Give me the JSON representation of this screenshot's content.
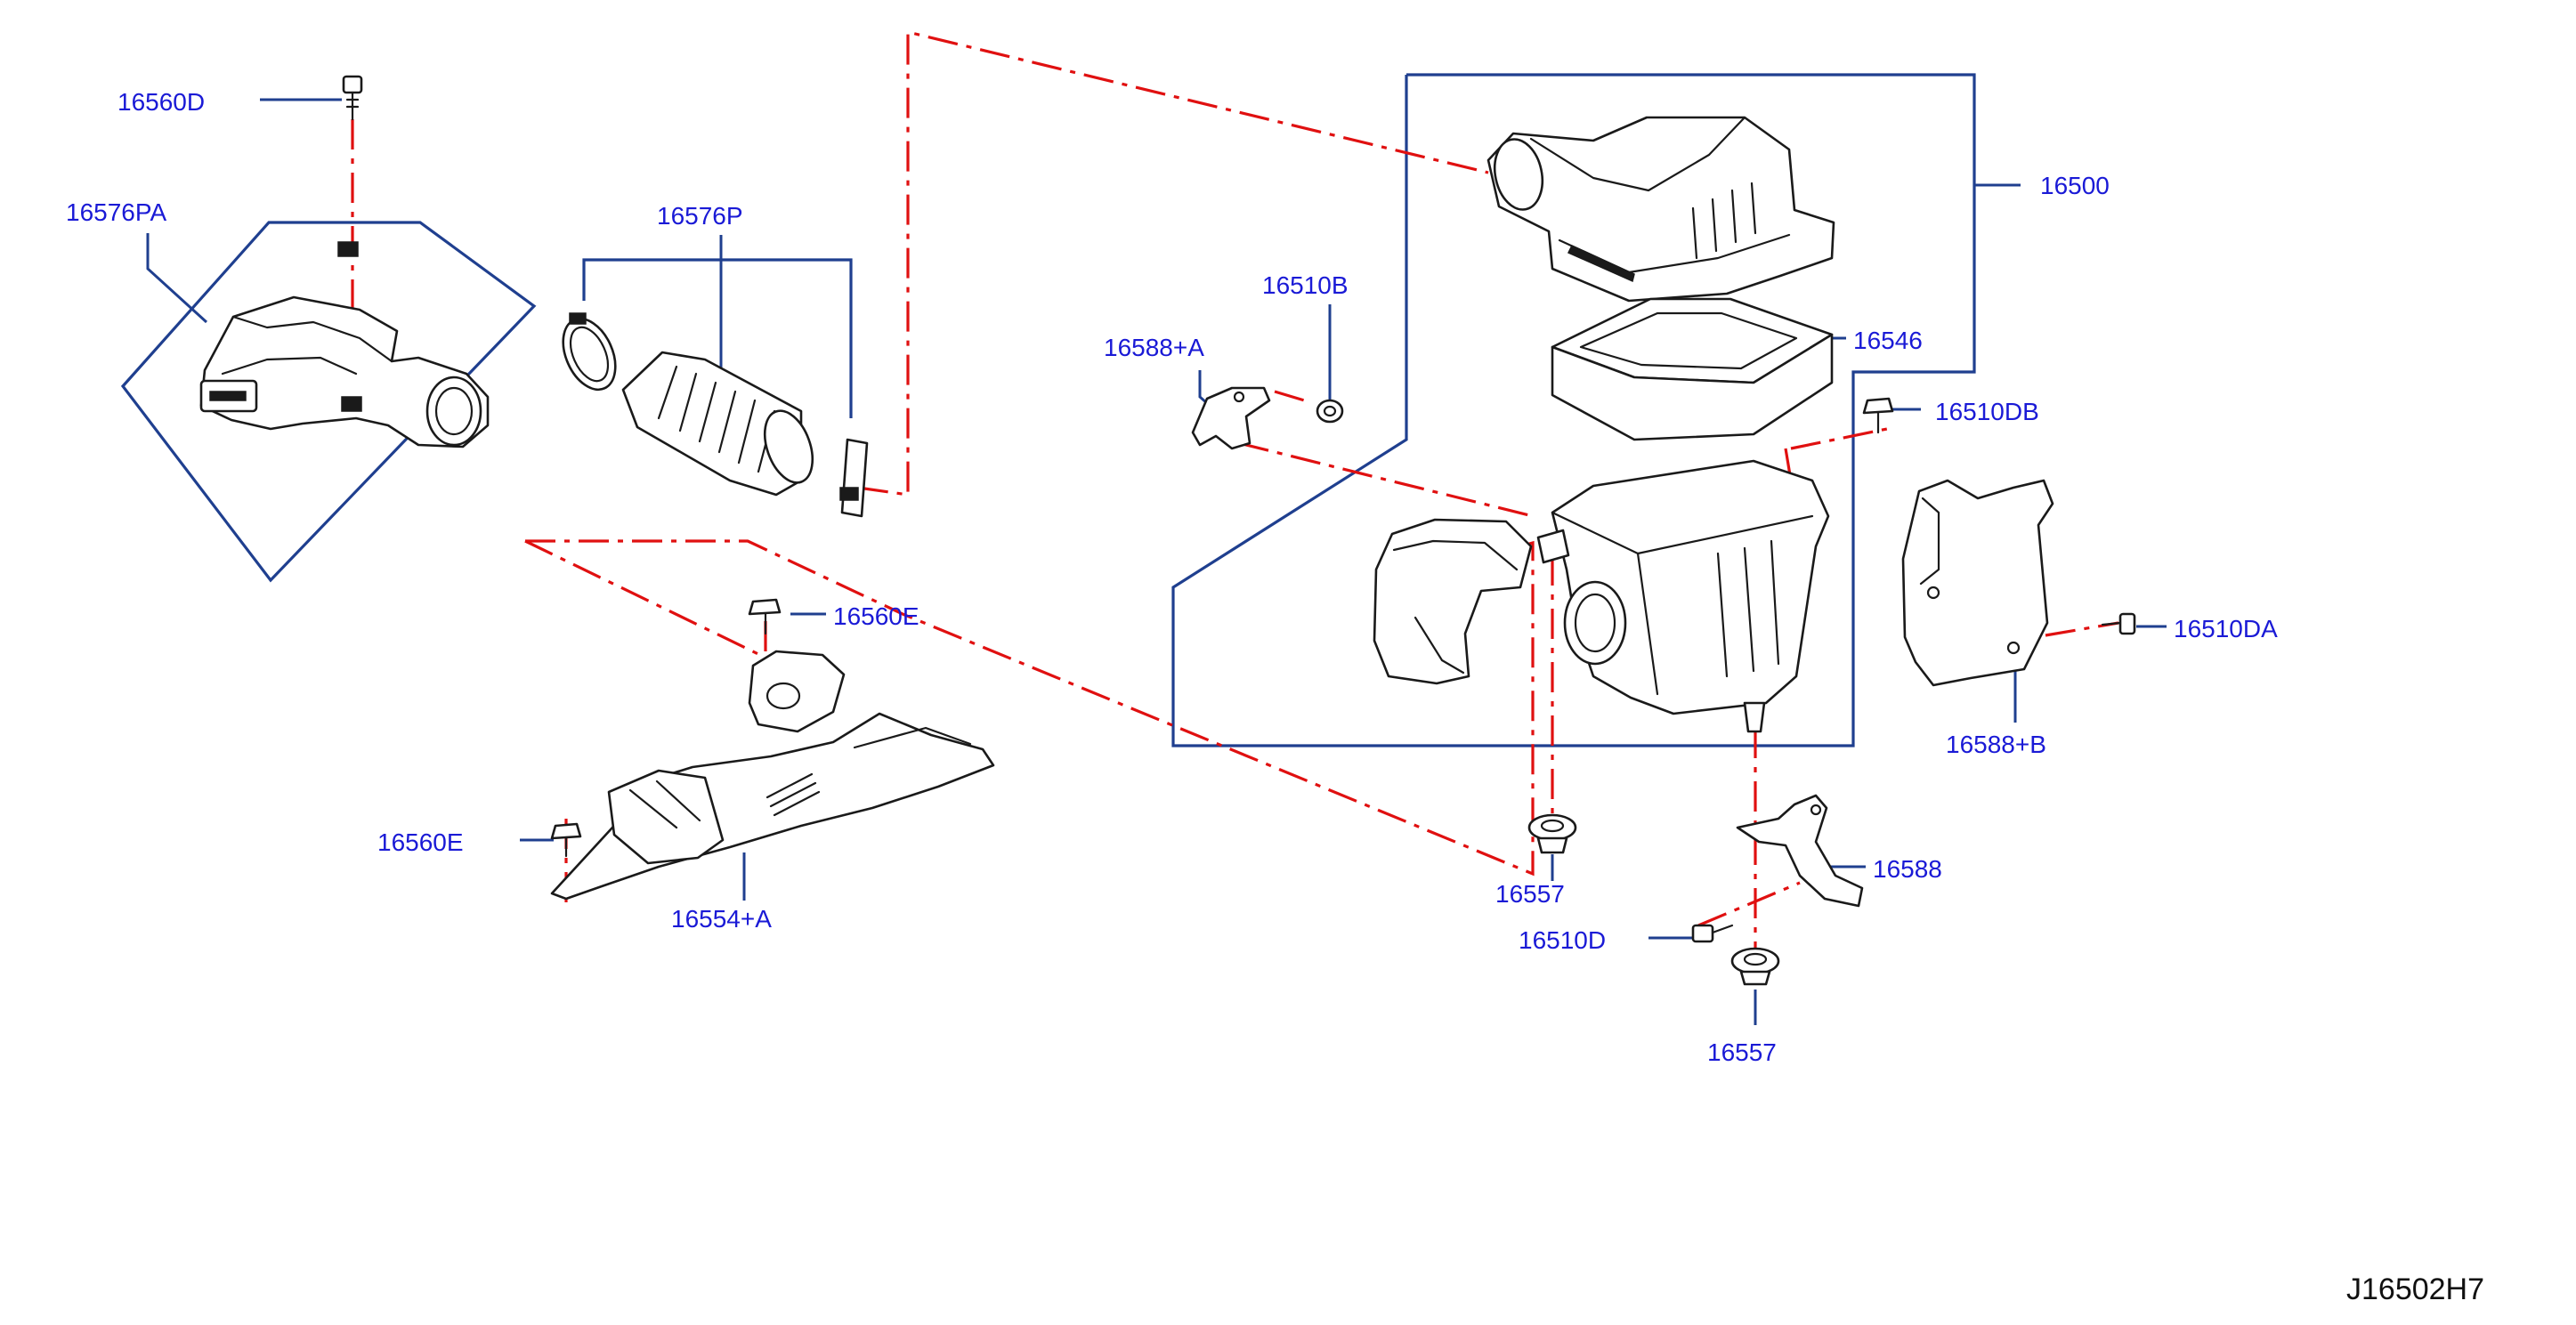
{
  "diagram": {
    "drawing_code": "J16502H7",
    "labels": {
      "p16560D": "16560D",
      "p16576PA": "16576PA",
      "p16576P": "16576P",
      "p16510B": "16510B",
      "p16588A": "16588+A",
      "p16500": "16500",
      "p16546": "16546",
      "p16510DB": "16510DB",
      "p16560E_top": "16560E",
      "p16560E_left": "16560E",
      "p16554A": "16554+A",
      "p16510DA": "16510DA",
      "p16588B": "16588+B",
      "p16588": "16588",
      "p16557_left": "16557",
      "p16510D": "16510D",
      "p16557_bottom": "16557"
    },
    "colors": {
      "label_text": "#1a1ad6",
      "leader_lines": "#1f3f8f",
      "assembly_dash": "#e01010",
      "part_outline": "#1a1a1a"
    }
  }
}
